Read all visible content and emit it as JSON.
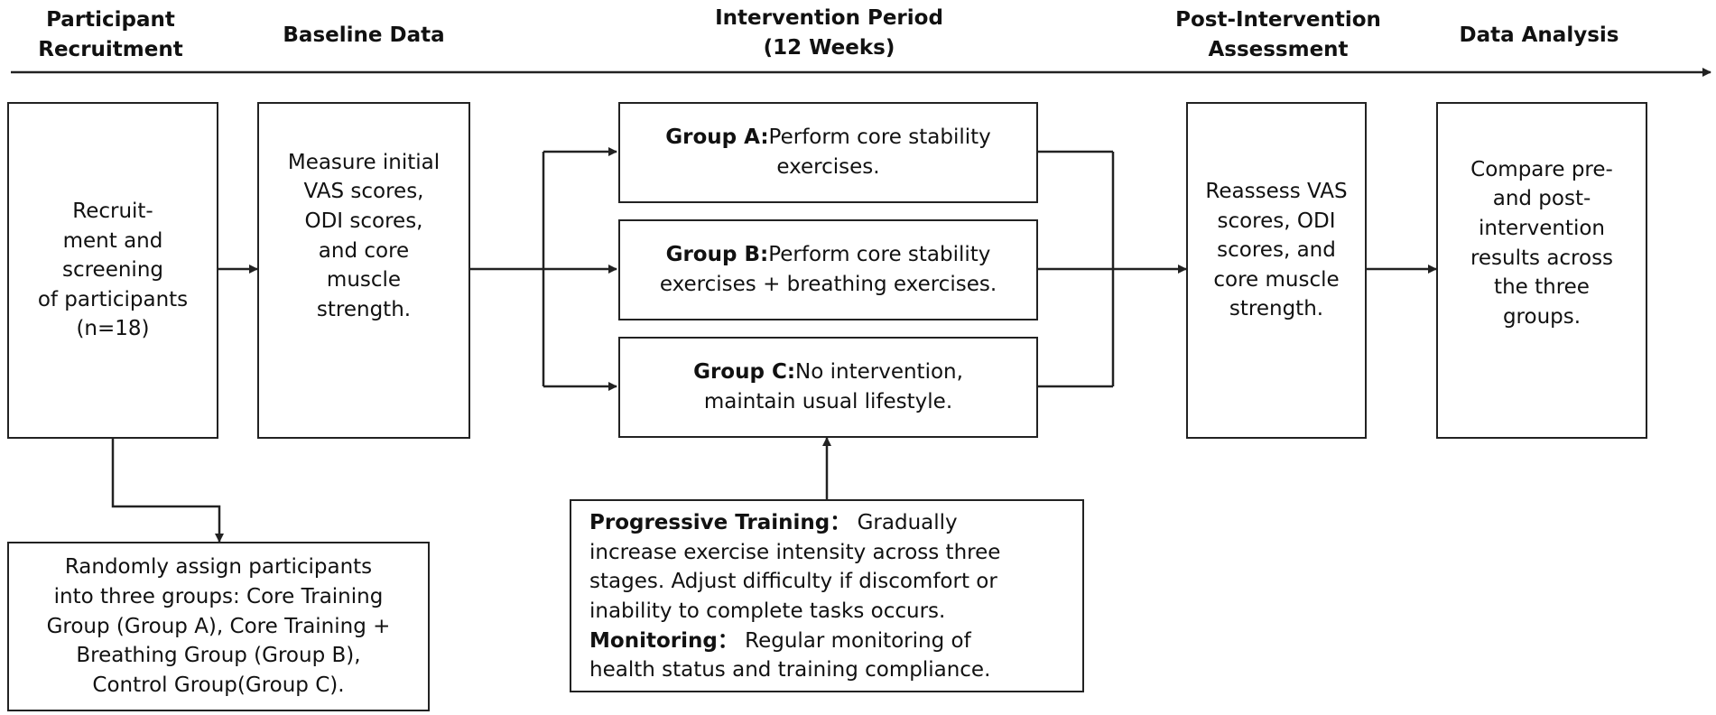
{
  "headers": {
    "recruitment": [
      "Participant",
      "Recruitment"
    ],
    "baseline": [
      "Baseline Data"
    ],
    "intervention": [
      "Intervention Period",
      "(12 Weeks)"
    ],
    "post": [
      "Post-Intervention",
      "Assessment"
    ],
    "analysis": [
      "Data Analysis"
    ]
  },
  "boxes": {
    "recruitment": [
      "Recruit-",
      "ment and",
      "screening",
      "of participants",
      "(n=18)"
    ],
    "baseline": [
      "Measure initial",
      "VAS scores,",
      "ODI scores,",
      "and core",
      "muscle",
      "strength."
    ],
    "group_a": {
      "label": "Group A:",
      "lines": [
        "Perform core stability",
        "exercises."
      ]
    },
    "group_b": {
      "label": "Group B:",
      "lines": [
        "Perform core stability",
        "exercises + breathing exercises."
      ]
    },
    "group_c": {
      "label": "Group C:",
      "lines": [
        "No intervention,",
        "maintain usual lifestyle."
      ]
    },
    "post": [
      "Reassess VAS",
      "scores, ODI",
      "scores, and",
      "core muscle",
      "strength."
    ],
    "analysis": [
      "Compare pre-",
      "and post-",
      "intervention",
      "results across",
      "the three",
      "groups."
    ],
    "randomize": [
      "Randomly assign participants",
      "into three groups: Core Training",
      "Group (Group A), Core Training +",
      "Breathing Group (Group B),",
      "Control Group(Group C)."
    ],
    "training": {
      "progressive_label": "Progressive Training",
      "progressive_sep": "：",
      "progressive_lines": [
        " Gradually",
        "increase exercise intensity across three",
        "stages. Adjust difficulty if discomfort or",
        "inability to complete tasks occurs."
      ],
      "monitoring_label": "Monitoring",
      "monitoring_sep": "：",
      "monitoring_lines": [
        " Regular monitoring of",
        "health status and training compliance."
      ]
    }
  }
}
